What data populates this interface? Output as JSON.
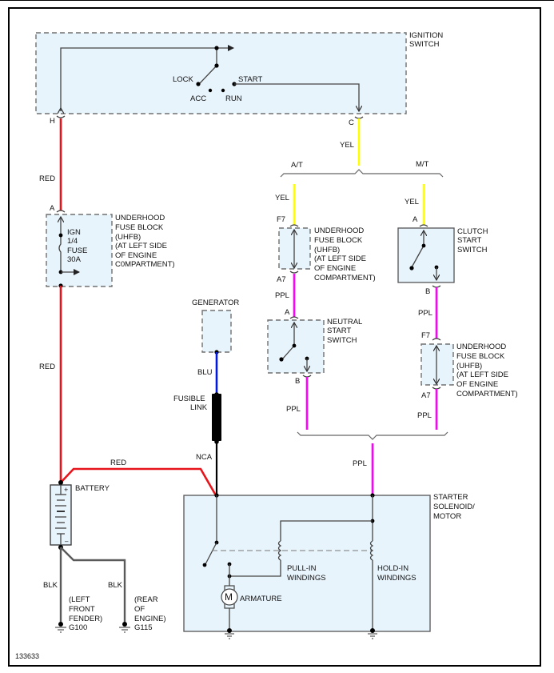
{
  "diagram": {
    "figure_id": "133633",
    "ignition_switch": {
      "title_lines": [
        "IGNITION",
        "SWITCH"
      ],
      "positions": {
        "lock": "LOCK",
        "acc": "ACC",
        "run": "RUN",
        "start": "START"
      },
      "pin_h": "H",
      "pin_c": "C"
    },
    "wires": {
      "red_top": "RED",
      "red_mid": "RED",
      "red_battery": "RED",
      "yel_main": "YEL",
      "yel_at": "YEL",
      "yel_mt": "YEL",
      "ppl_at_1": "PPL",
      "ppl_at_2": "PPL",
      "ppl_mt_1": "PPL",
      "ppl_mt_2": "PPL",
      "ppl_main": "PPL",
      "blu": "BLU",
      "nca": "NCA",
      "blk_1": "BLK",
      "blk_2": "BLK"
    },
    "branch_labels": {
      "at": "A/T",
      "mt": "M/T"
    },
    "ign_fuse": {
      "pin": "A",
      "fuse_lines": [
        "IGN",
        "1/4",
        "FUSE",
        "30A"
      ],
      "label_lines": [
        "UNDERHOOD",
        "FUSE BLOCK",
        "(UHFB)",
        "(AT LEFT SIDE",
        "OF ENGINE",
        "C0MPARTMENT)"
      ]
    },
    "uhfb_at": {
      "pin_top": "F7",
      "pin_bottom": "A7",
      "label_lines": [
        "UNDERHOOD",
        "FUSE BLOCK",
        "(UHFB)",
        "(AT LEFT SIDE",
        "OF ENGINE",
        "COMPARTMENT)"
      ]
    },
    "uhfb_mt": {
      "pin_top": "F7",
      "pin_bottom": "A7",
      "label_lines": [
        "UNDERHOOD",
        "FUSE BLOCK",
        "(UHFB)",
        "(AT LEFT SIDE",
        "OF ENGINE",
        "COMPARTMENT)"
      ]
    },
    "neutral_switch": {
      "pin_top": "A",
      "pin_bottom": "B",
      "label_lines": [
        "NEUTRAL",
        "START",
        "SWITCH"
      ]
    },
    "clutch_switch": {
      "pin_top": "A",
      "pin_bottom": "B",
      "label_lines": [
        "CLUTCH",
        "START",
        "SWITCH"
      ]
    },
    "generator": {
      "label": "GENERATOR"
    },
    "fusible_link": {
      "label_lines": [
        "FUSIBLE",
        "LINK"
      ]
    },
    "battery": {
      "label": "BATTERY",
      "plus": "+",
      "minus": "–"
    },
    "grounds": [
      {
        "id": "G100",
        "location_lines": [
          "(LEFT",
          "FRONT",
          "FENDER)"
        ]
      },
      {
        "id": "G115",
        "location_lines": [
          "(REAR",
          "OF",
          "ENGINE)"
        ]
      }
    ],
    "starter": {
      "label_lines": [
        "STARTER",
        "SOLENOID/",
        "MOTOR"
      ],
      "pull_in_lines": [
        "PULL-IN",
        "WINDINGS"
      ],
      "hold_in_lines": [
        "HOLD-IN",
        "WINDINGS"
      ],
      "armature": "ARMATURE",
      "motor_symbol": "M"
    }
  }
}
